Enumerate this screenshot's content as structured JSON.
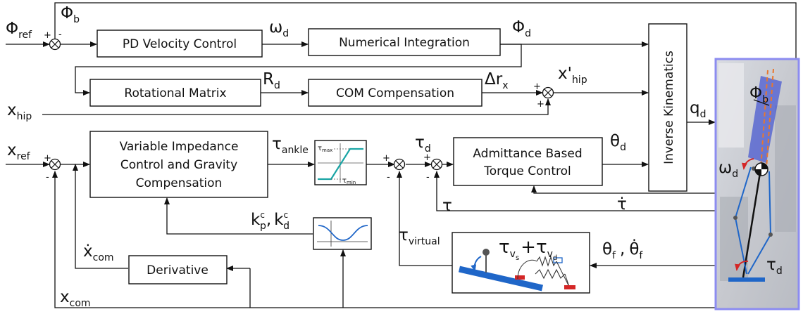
{
  "blocks": {
    "pd_velocity": "PD Velocity Control",
    "numerical_integration": "Numerical Integration",
    "rotational_matrix": "Rotational Matrix",
    "com_compensation": "COM Compensation",
    "inverse_kinematics": "Inverse Kinematics",
    "variable_impedance_lines": [
      "Variable Impedance",
      "Control and Gravity",
      "Compensation"
    ],
    "admittance_lines": [
      "Admittance Based",
      "Torque Control"
    ],
    "derivative": "Derivative"
  },
  "signals": {
    "phi_ref": {
      "base": "Φ",
      "sub": "ref"
    },
    "phi_b": {
      "base": "Φ",
      "sub": "b"
    },
    "omega_d": {
      "base": "ω",
      "sub": "d"
    },
    "phi_d": {
      "base": "Φ",
      "sub": "d"
    },
    "R_d": {
      "base": "R",
      "sub": "d"
    },
    "delta_r_x": {
      "base": "Δr",
      "sub": "x"
    },
    "x_prime_hip": {
      "base": "x'",
      "sub": "hip"
    },
    "x_hip": {
      "base": "x",
      "sub": "hip"
    },
    "q_d": {
      "base": "q",
      "sub": "d"
    },
    "x_ref": {
      "base": "x",
      "sub": "ref"
    },
    "tau_ankle": {
      "base": "τ",
      "sub": "ankle"
    },
    "tau_d": {
      "base": "τ",
      "sub": "d"
    },
    "theta_d": {
      "base": "θ",
      "sub": "d"
    },
    "tau": "τ",
    "tau_dot": "τ̇",
    "kp_kd": {
      "k1": "k",
      "k1_sub": "p",
      "k1_sup": "c",
      "sep": ",",
      "k2": "k",
      "k2_sub": "d",
      "k2_sup": "c"
    },
    "tau_virtual": {
      "base": "τ",
      "sub": "virtual"
    },
    "theta_f": {
      "base": "θ",
      "sub": "f",
      "sep": ",",
      "base2": "θ̇",
      "sub2": "f"
    },
    "x_com_dot": {
      "base": "ẋ",
      "sub": "com"
    },
    "x_com": {
      "base": "x",
      "sub": "com"
    },
    "tau_vs_vd": {
      "t1": "τ",
      "t1_sub": "v",
      "t1_subsub": "s",
      "plus": "+",
      "t2": "τ",
      "t2_sub": "v",
      "t2_subsub": "d"
    }
  },
  "saturation": {
    "max_label": "τ",
    "max_sub": "max",
    "min_label": "τ",
    "min_sub": "min"
  },
  "robot_labels": {
    "phi_b": {
      "base": "Φ",
      "sub": "b"
    },
    "omega_d": {
      "base": "ω",
      "sub": "d"
    },
    "tau_d": {
      "base": "τ",
      "sub": "d"
    }
  },
  "signs": {
    "plus": "+",
    "minus": "-"
  },
  "colors": {
    "line": "#111111",
    "teal": "#1aa5a5",
    "blue": "#1f66c8",
    "dark_blue": "#1f3a9e",
    "red": "#d42626",
    "orange": "#e8772e",
    "frame": "#8c8cf0"
  }
}
